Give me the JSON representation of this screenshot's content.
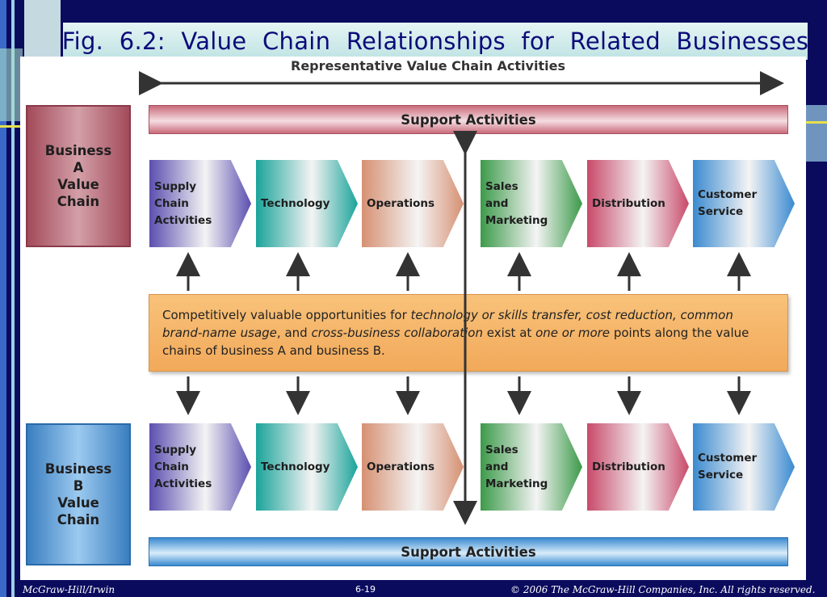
{
  "slide": {
    "title": "Fig. 6.2:  Value  Chain  Relationships  for  Related  Businesses"
  },
  "diagram": {
    "representative_label": "Representative Value Chain Activities",
    "support_label": "Support Activities",
    "business_a": {
      "line1": "Business",
      "line2": "A",
      "line3": "Value",
      "line4": "Chain"
    },
    "business_b": {
      "line1": "Business",
      "line2": "B",
      "line3": "Value",
      "line4": "Chain"
    },
    "activities": [
      {
        "lines": [
          "Supply",
          "Chain",
          "Activities"
        ],
        "color": "#5b4fb0"
      },
      {
        "lines": [
          "Technology"
        ],
        "color": "#1aa39a"
      },
      {
        "lines": [
          "Operations"
        ],
        "color": "#d69072"
      },
      {
        "lines": [
          "Sales",
          "and",
          "Marketing"
        ],
        "color": "#3c9a4a"
      },
      {
        "lines": [
          "Distribution"
        ],
        "color": "#c84a6a"
      },
      {
        "lines": [
          "Customer",
          "Service"
        ],
        "color": "#3a8ad0"
      }
    ],
    "opportunities": {
      "p1": "Competitively valuable opportunities for ",
      "i1": "technology or skills transfer, cost reduction, common brand-name usage",
      "p2": ", and ",
      "i2": "cross-business collaboration",
      "p3": " exist at ",
      "i3": "one or more",
      "p4": " points along the value chains of business A and business B."
    }
  },
  "footer": {
    "left": "McGraw-Hill/Irwin",
    "center": "6-19",
    "right": "© 2006 The McGraw-Hill Companies, Inc. All rights reserved."
  }
}
